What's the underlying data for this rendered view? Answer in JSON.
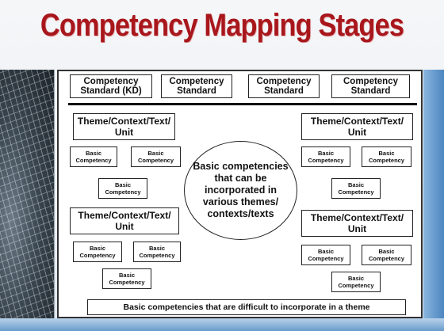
{
  "title": "Competency Mapping Stages",
  "standards": [
    "Competency Standard (KD)",
    "Competency Standard",
    "Competency Standard",
    "Competency Standard"
  ],
  "themes": [
    "Theme/Context/Text/ Unit",
    "Theme/Context/Text/ Unit",
    "Theme/Context/Text/ Unit",
    "Theme/Context/Text/ Unit"
  ],
  "basic_label": "Basic Competency",
  "center_text": "Basic competencies that can be incorporated in various themes/ contexts/texts",
  "footer_text": "Basic competencies that are difficult to incorporate in a theme"
}
